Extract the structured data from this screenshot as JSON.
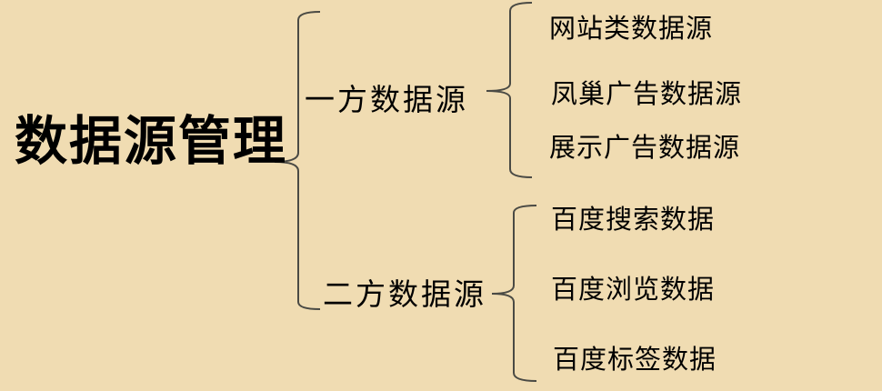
{
  "root": {
    "label": "数据源管理"
  },
  "branches": [
    {
      "label": "一方数据源",
      "children": [
        {
          "label": "网站类数据源"
        },
        {
          "label": "凤巢广告数据源"
        },
        {
          "label": "展示广告数据源"
        }
      ]
    },
    {
      "label": "二方数据源",
      "children": [
        {
          "label": "百度搜索数据"
        },
        {
          "label": "百度浏览数据"
        },
        {
          "label": "百度标签数据"
        }
      ]
    }
  ],
  "colors": {
    "background": "#f0dcb2",
    "text": "#000000",
    "bracket": "#4a4a44"
  }
}
